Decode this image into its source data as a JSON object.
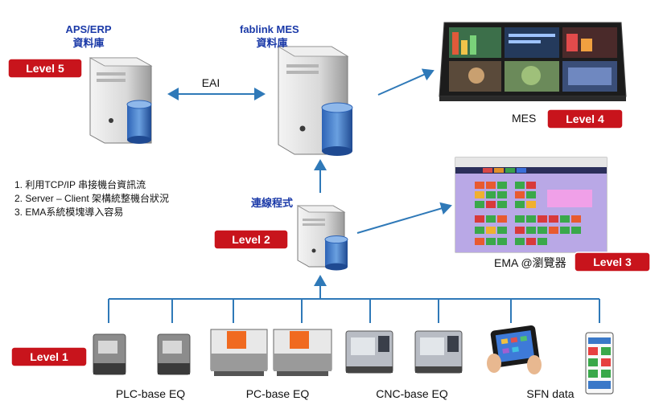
{
  "levels": {
    "l5": "Level 5",
    "l4": "Level 4",
    "l3": "Level 3",
    "l2": "Level 2",
    "l1": "Level 1"
  },
  "servers": {
    "erp_title": "APS/ERP",
    "erp_sub": "資料庫",
    "mes_brand_bold": "fab",
    "mes_brand_rest": "link MES",
    "mes_sub": "資料庫",
    "connector": "連線程式"
  },
  "links": {
    "eai": "EAI"
  },
  "displays": {
    "mes_caption": "MES",
    "ema_caption": "EMA @瀏覽器"
  },
  "notes": [
    "1.  利用TCP/IP 串接機台資訊流",
    "2.  Server – Client 架構統整機台狀況",
    "3.  EMA系統模塊導入容易"
  ],
  "equipment": {
    "plc": "PLC-base EQ",
    "pc": "PC-base EQ",
    "cnc": "CNC-base EQ",
    "sfn": "SFN data"
  },
  "colors": {
    "level_badge": "#c8141c",
    "arrow": "#2f79b8",
    "db_label": "#1b3aa8"
  }
}
